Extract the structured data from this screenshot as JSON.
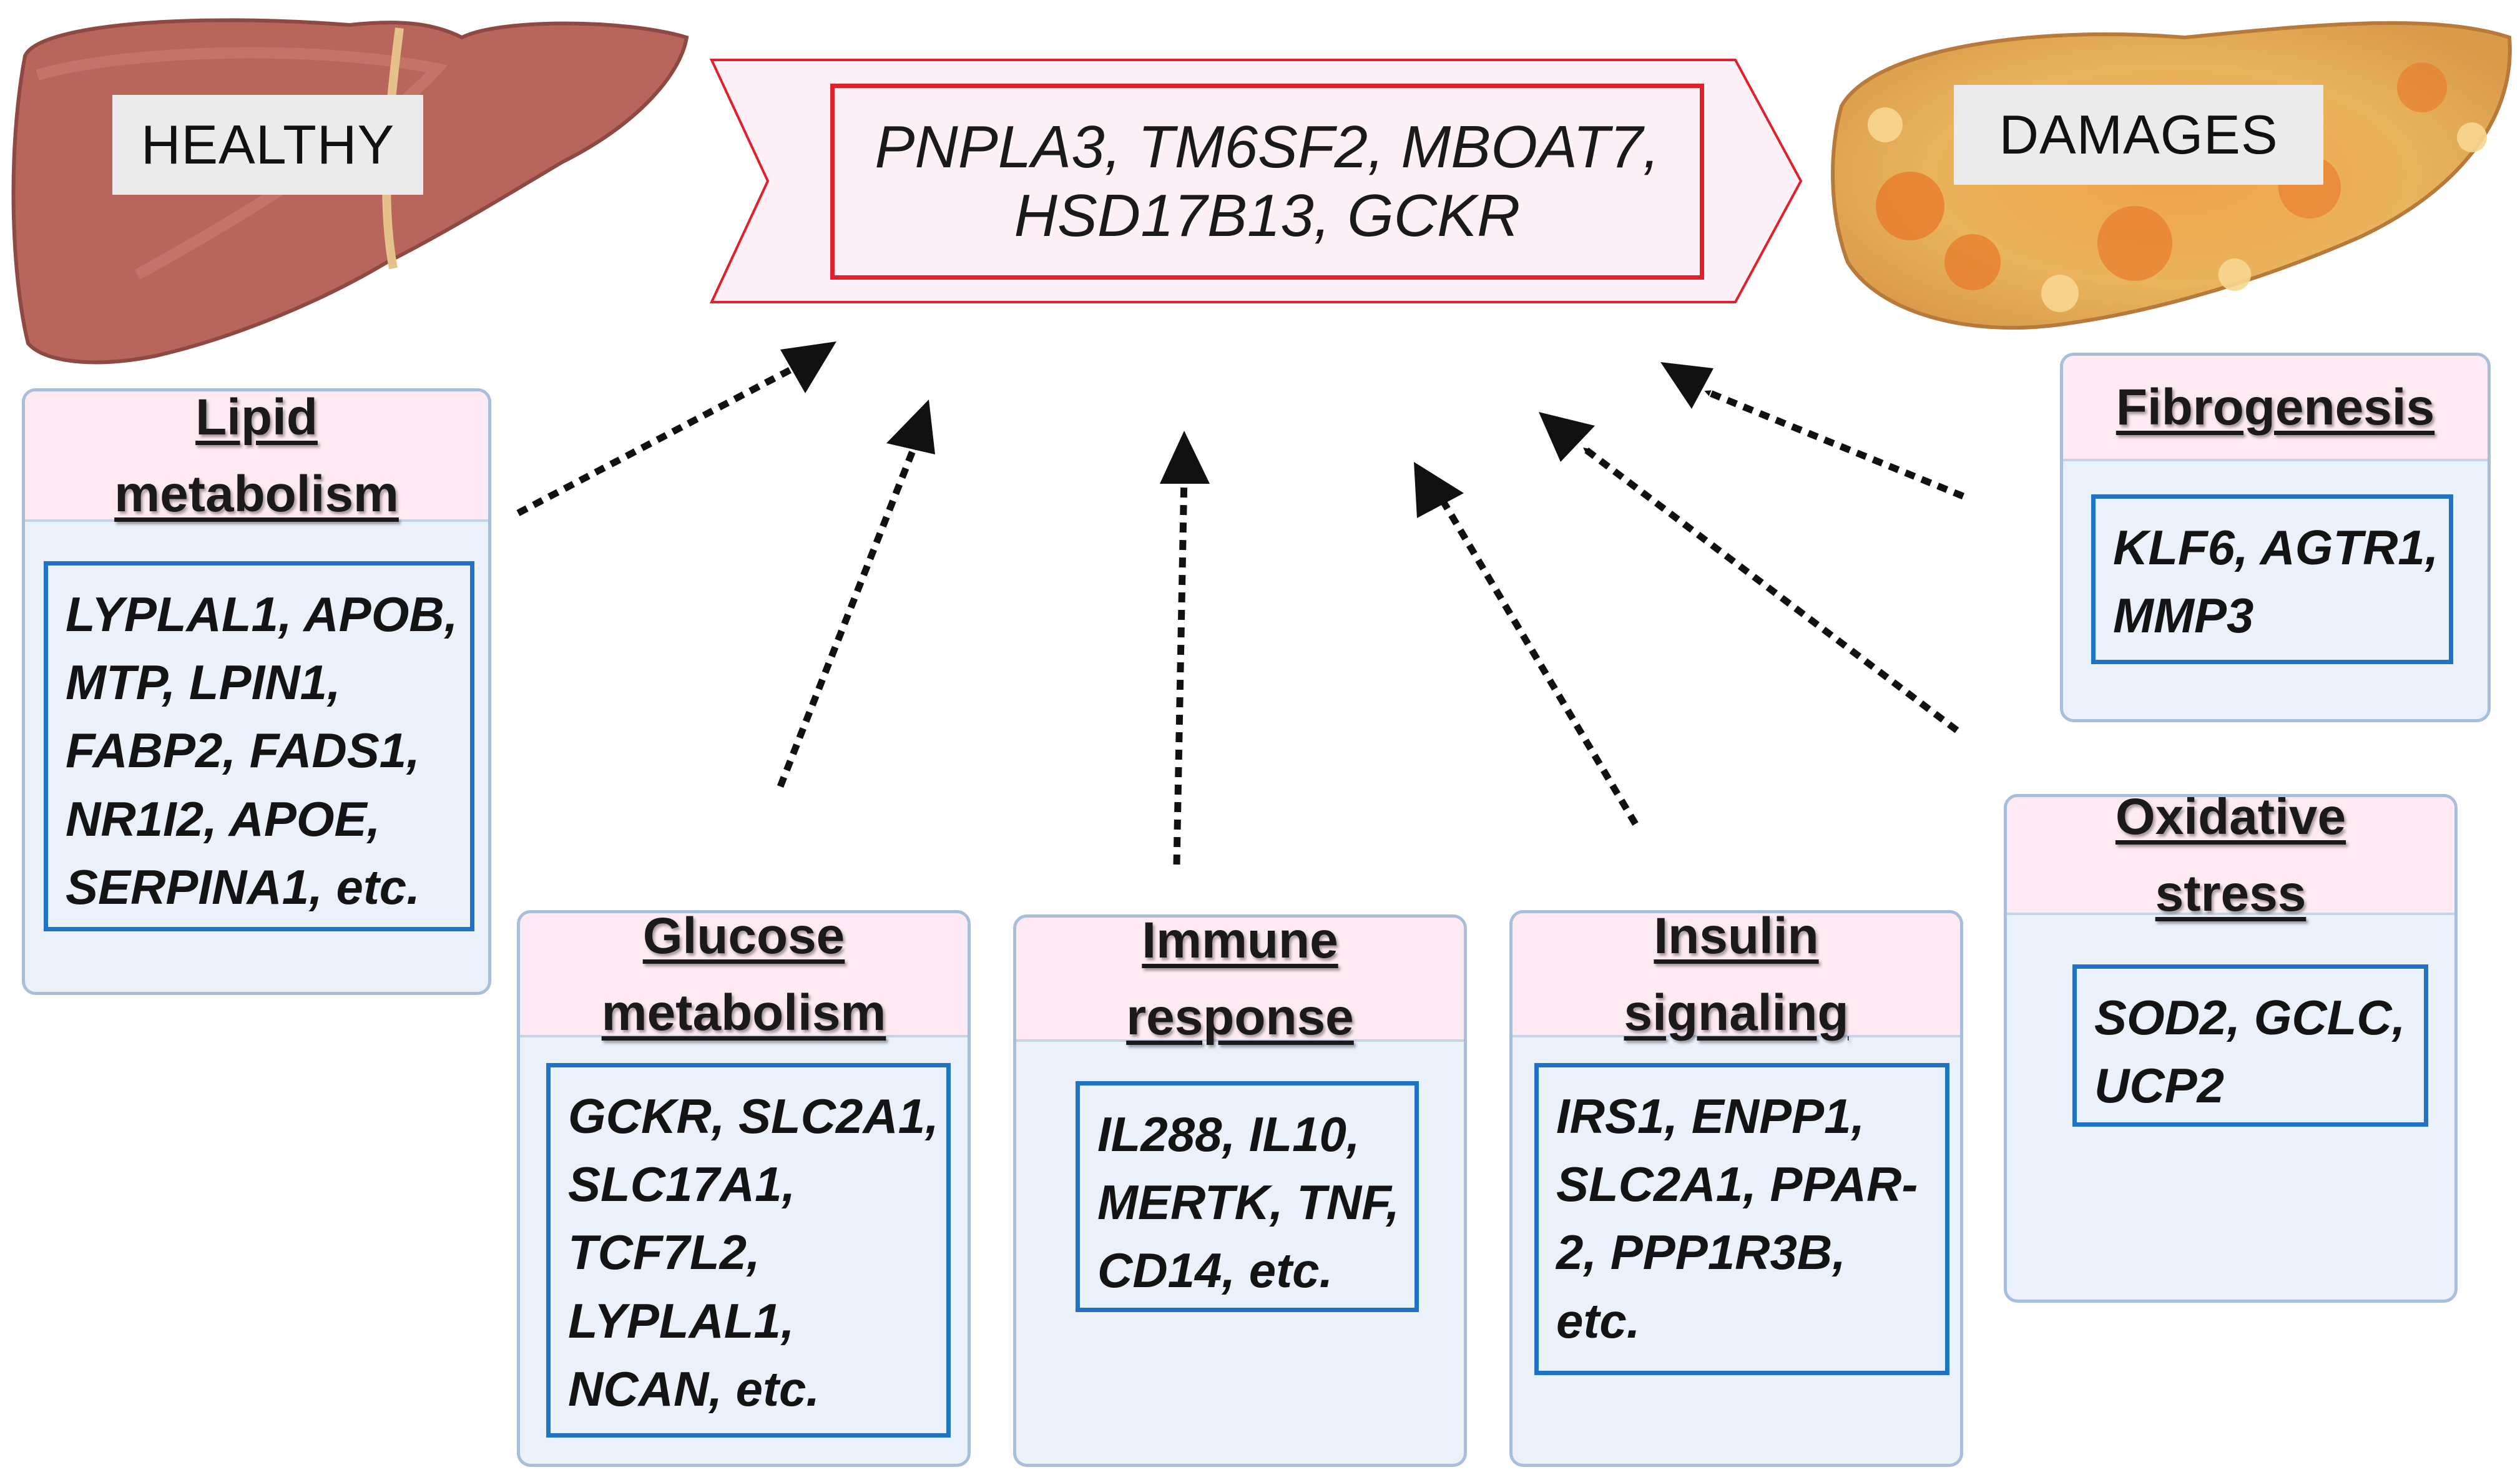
{
  "center": {
    "lines": [
      "PNPLA3, TM6SF2, MBOAT7,",
      "HSD17B13, GCKR"
    ]
  },
  "labels": {
    "healthy": "HEALTHY",
    "damages": "DAMAGES"
  },
  "cards": {
    "lipid": {
      "title": [
        "Lipid",
        "metabolism"
      ],
      "genes": [
        "LYPLAL1, APOB,",
        "MTP, LPIN1,",
        "FABP2, FADS1,",
        "NR1I2, APOE,",
        "SERPINA1, etc."
      ]
    },
    "glucose": {
      "title": [
        "Glucose",
        "metabolism"
      ],
      "genes": [
        "GCKR, SLC2A1,",
        "SLC17A1,",
        "TCF7L2,",
        "LYPLAL1,",
        "NCAN, etc."
      ]
    },
    "immune": {
      "title": [
        "Immune",
        "response"
      ],
      "genes": [
        "IL288, IL10,",
        "MERTK, TNF,",
        "CD14, etc."
      ]
    },
    "insulin": {
      "title": [
        "Insulin",
        "signaling"
      ],
      "genes": [
        "IRS1, ENPP1,",
        "SLC2A1, PPAR-",
        "2, PPP1R3B,",
        "etc."
      ]
    },
    "oxidative": {
      "title": [
        "Oxidative",
        "stress"
      ],
      "genes": [
        "SOD2, GCLC,",
        "UCP2"
      ]
    },
    "fibro": {
      "title": [
        "Fibrogenesis"
      ],
      "genes": [
        "KLF6, AGTR1,",
        "MMP3"
      ]
    }
  },
  "colors": {
    "banner_border": "#e0202a",
    "gene_box_border": "#1f72c4",
    "card_header": "#fdeaf2",
    "card_body": "#eaf1fb"
  }
}
